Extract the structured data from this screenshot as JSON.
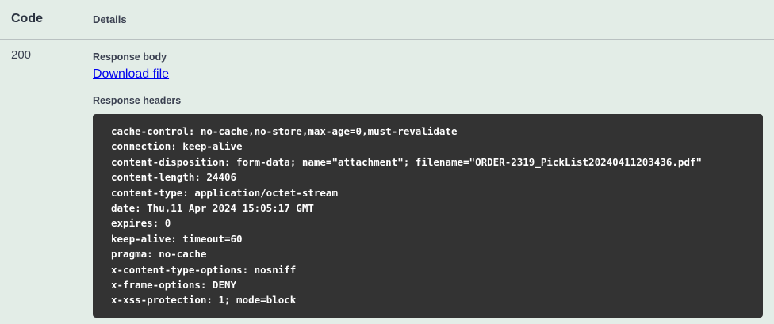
{
  "colors": {
    "page_background": "#e3ede7",
    "code_block_background": "#333333",
    "code_text": "#ffffff",
    "link_color": "#0000ee",
    "heading_color": "#3b4151"
  },
  "responses": {
    "header": {
      "code_label": "Code",
      "details_label": "Details"
    },
    "row": {
      "status_code": "200",
      "response_body_label": "Response body",
      "download_link_label": "Download file",
      "response_headers_label": "Response headers",
      "headers": [
        "cache-control: no-cache,no-store,max-age=0,must-revalidate",
        "connection: keep-alive",
        "content-disposition: form-data; name=\"attachment\"; filename=\"ORDER-2319_PickList20240411203436.pdf\"",
        "content-length: 24406",
        "content-type: application/octet-stream",
        "date: Thu,11 Apr 2024 15:05:17 GMT",
        "expires: 0",
        "keep-alive: timeout=60",
        "pragma: no-cache",
        "x-content-type-options: nosniff",
        "x-frame-options: DENY",
        "x-xss-protection: 1; mode=block"
      ]
    }
  }
}
